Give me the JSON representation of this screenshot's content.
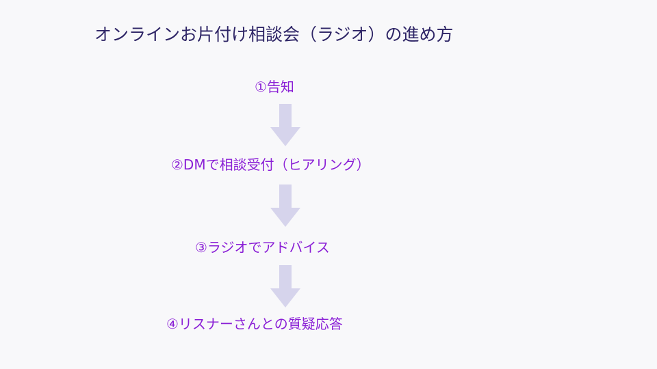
{
  "title": "オンラインお片付け相談会（ラジオ）の進め方",
  "steps": [
    {
      "label": "①告知"
    },
    {
      "label": "②DMで相談受付（ヒアリング）"
    },
    {
      "label": "③ラジオでアドバイス"
    },
    {
      "label": "④リスナーさんとの質疑応答"
    }
  ],
  "colors": {
    "background": "#f8f8fa",
    "title": "#2e2566",
    "step_text": "#8a1fd6",
    "arrow": "#d6d4ec"
  }
}
